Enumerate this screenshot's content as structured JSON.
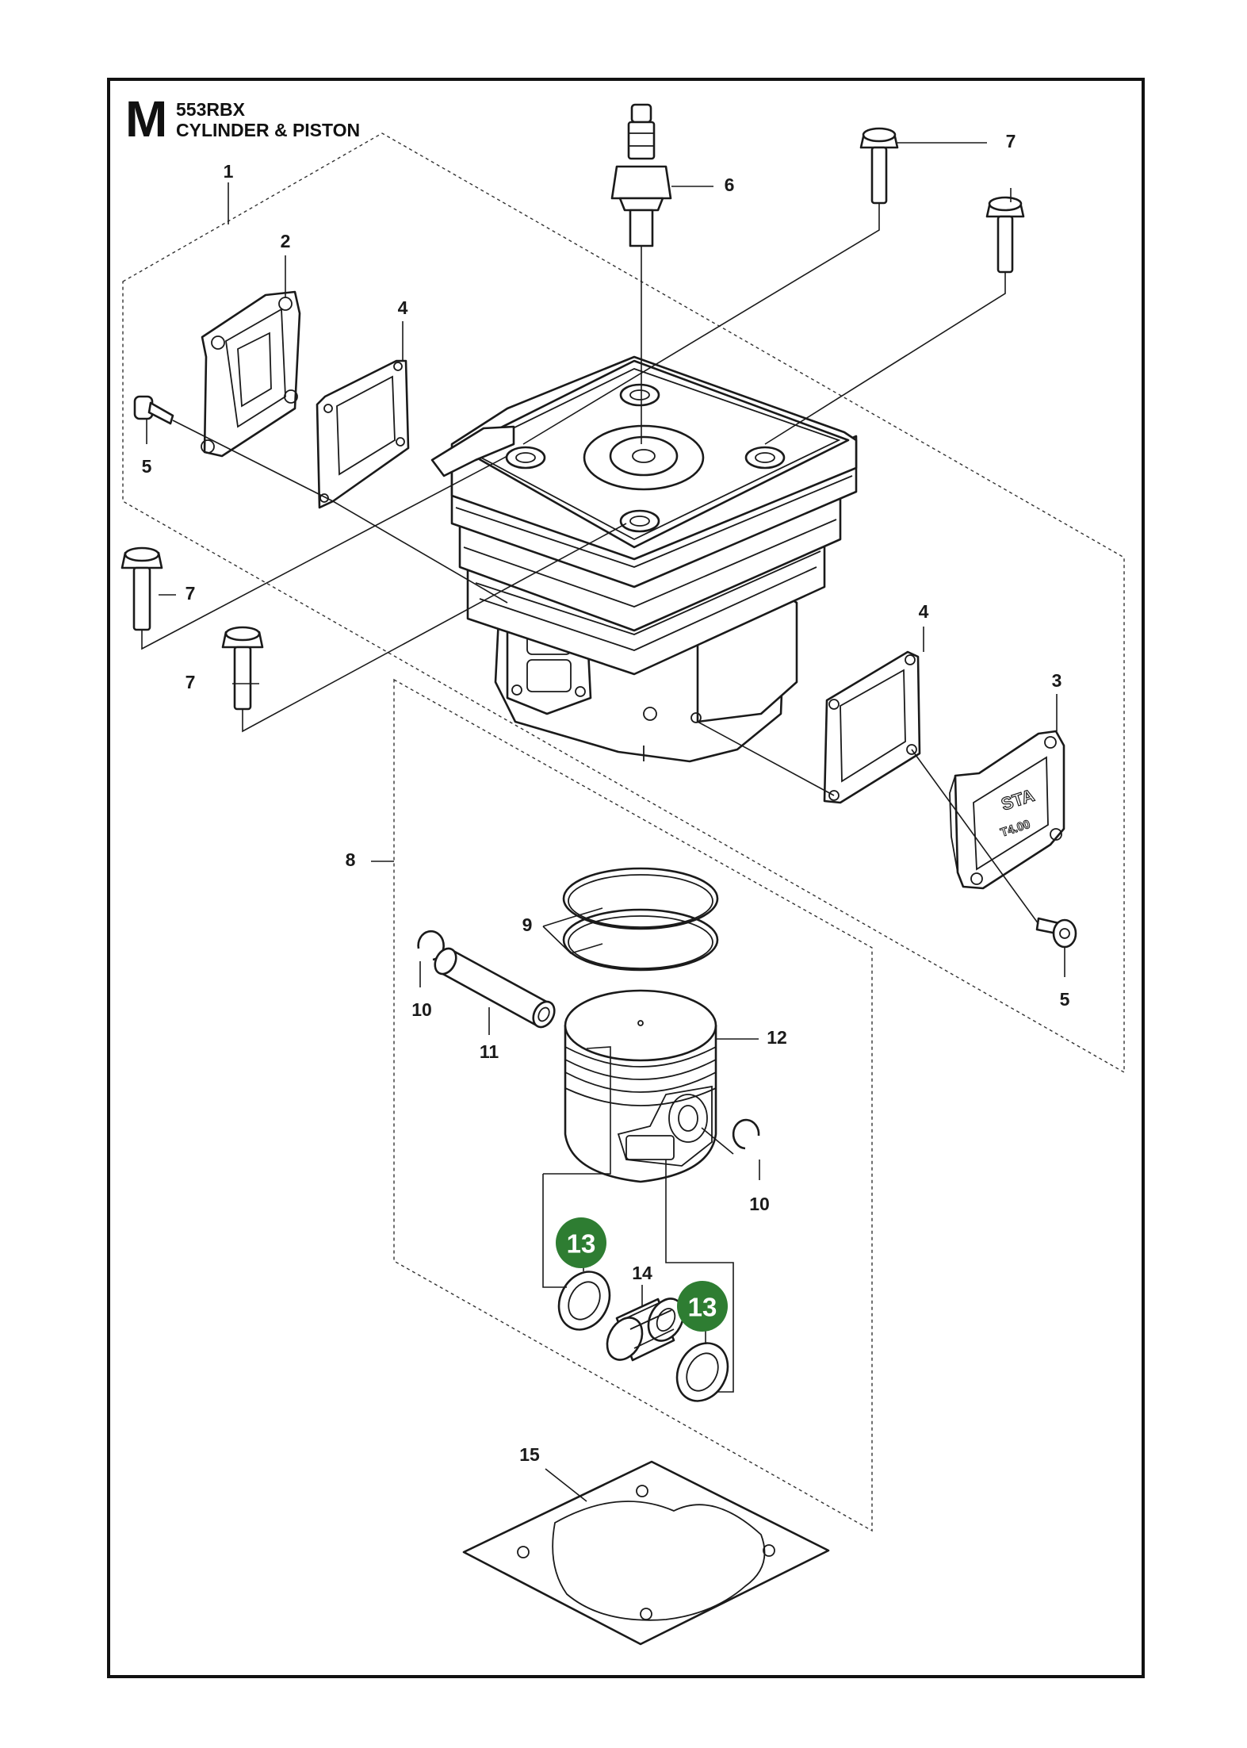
{
  "header": {
    "section_letter": "M",
    "model": "553RBX",
    "title": "CYLINDER & PISTON"
  },
  "callouts": [
    {
      "id": "label-1",
      "text": "1"
    },
    {
      "id": "label-2",
      "text": "2"
    },
    {
      "id": "label-3",
      "text": "3"
    },
    {
      "id": "label-4a",
      "text": "4"
    },
    {
      "id": "label-4b",
      "text": "4"
    },
    {
      "id": "label-5a",
      "text": "5"
    },
    {
      "id": "label-5b",
      "text": "5"
    },
    {
      "id": "label-6",
      "text": "6"
    },
    {
      "id": "label-7a",
      "text": "7"
    },
    {
      "id": "label-7b",
      "text": "7"
    },
    {
      "id": "label-7c",
      "text": "7"
    },
    {
      "id": "label-7d",
      "text": "7"
    },
    {
      "id": "label-8",
      "text": "8"
    },
    {
      "id": "label-9",
      "text": "9"
    },
    {
      "id": "label-10a",
      "text": "10"
    },
    {
      "id": "label-10b",
      "text": "10"
    },
    {
      "id": "label-11",
      "text": "11"
    },
    {
      "id": "label-12",
      "text": "12"
    },
    {
      "id": "label-14",
      "text": "14"
    },
    {
      "id": "label-15",
      "text": "15"
    }
  ],
  "highlighted_badges": [
    {
      "id": "badge-13a",
      "text": "13"
    },
    {
      "id": "badge-13b",
      "text": "13"
    }
  ],
  "cover_markings": {
    "line1": "STA",
    "line2": "T4.00"
  },
  "colors": {
    "badge": "#2e7d32",
    "line": "#1a1a1a",
    "frame": "#111111"
  }
}
